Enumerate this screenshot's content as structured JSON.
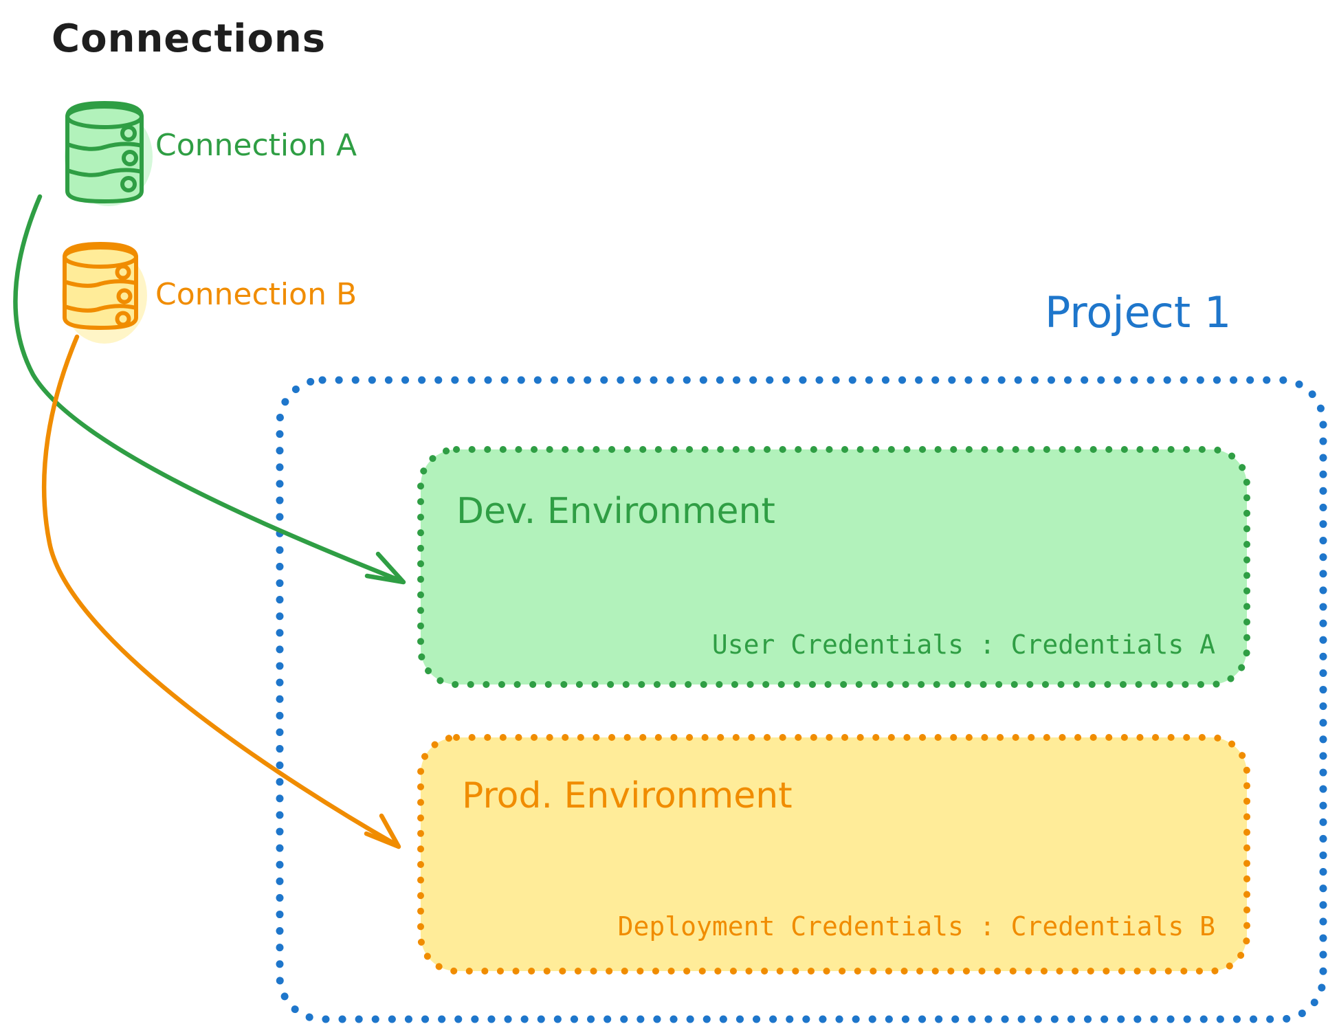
{
  "colors": {
    "ink": "#1e1e1e",
    "green": "#2f9e44",
    "green_fill": "#b2f2bb",
    "orange": "#f08c00",
    "orange_fill": "#ffec99",
    "blue": "#1e76cb"
  },
  "connections_panel": {
    "title": "Connections",
    "items": [
      {
        "label": "Connection A",
        "icon": "database-cylinder-icon",
        "color": "#2f9e44"
      },
      {
        "label": "Connection B",
        "icon": "database-cylinder-icon",
        "color": "#f08c00"
      }
    ]
  },
  "project": {
    "title": "Project 1",
    "environments": [
      {
        "name": "Dev. Environment",
        "credentials": "User Credentials : Credentials A"
      },
      {
        "name": "Prod. Environment",
        "credentials": "Deployment Credentials : Credentials B"
      }
    ]
  },
  "arrows": [
    {
      "from": "Connection A",
      "to": "Dev. Environment",
      "color": "#2f9e44"
    },
    {
      "from": "Connection B",
      "to": "Prod. Environment",
      "color": "#f08c00"
    }
  ]
}
